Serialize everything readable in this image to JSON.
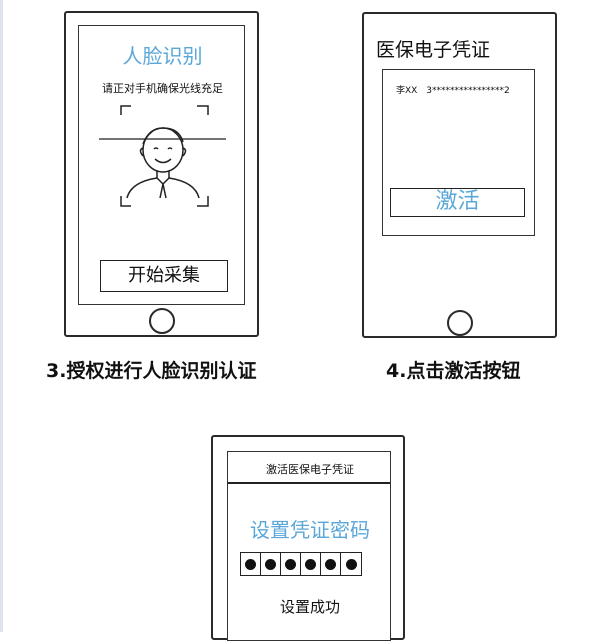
{
  "step3": {
    "screen_title": "人脸识别",
    "hint": "请正对手机确保光线充足",
    "start_button": "开始采集",
    "caption": "3.授权进行人脸识别认证"
  },
  "step4": {
    "screen_title": "医保电子凭证",
    "card_name": "李XX",
    "card_id": "3****************2",
    "activate_button": "激活",
    "caption": "4.点击激活按钮"
  },
  "step5": {
    "header": "激活医保电子凭证",
    "title": "设置凭证密码",
    "pin_length": 6,
    "status": "设置成功"
  },
  "colors": {
    "accent": "#5aa7d8",
    "line": "#222222"
  }
}
